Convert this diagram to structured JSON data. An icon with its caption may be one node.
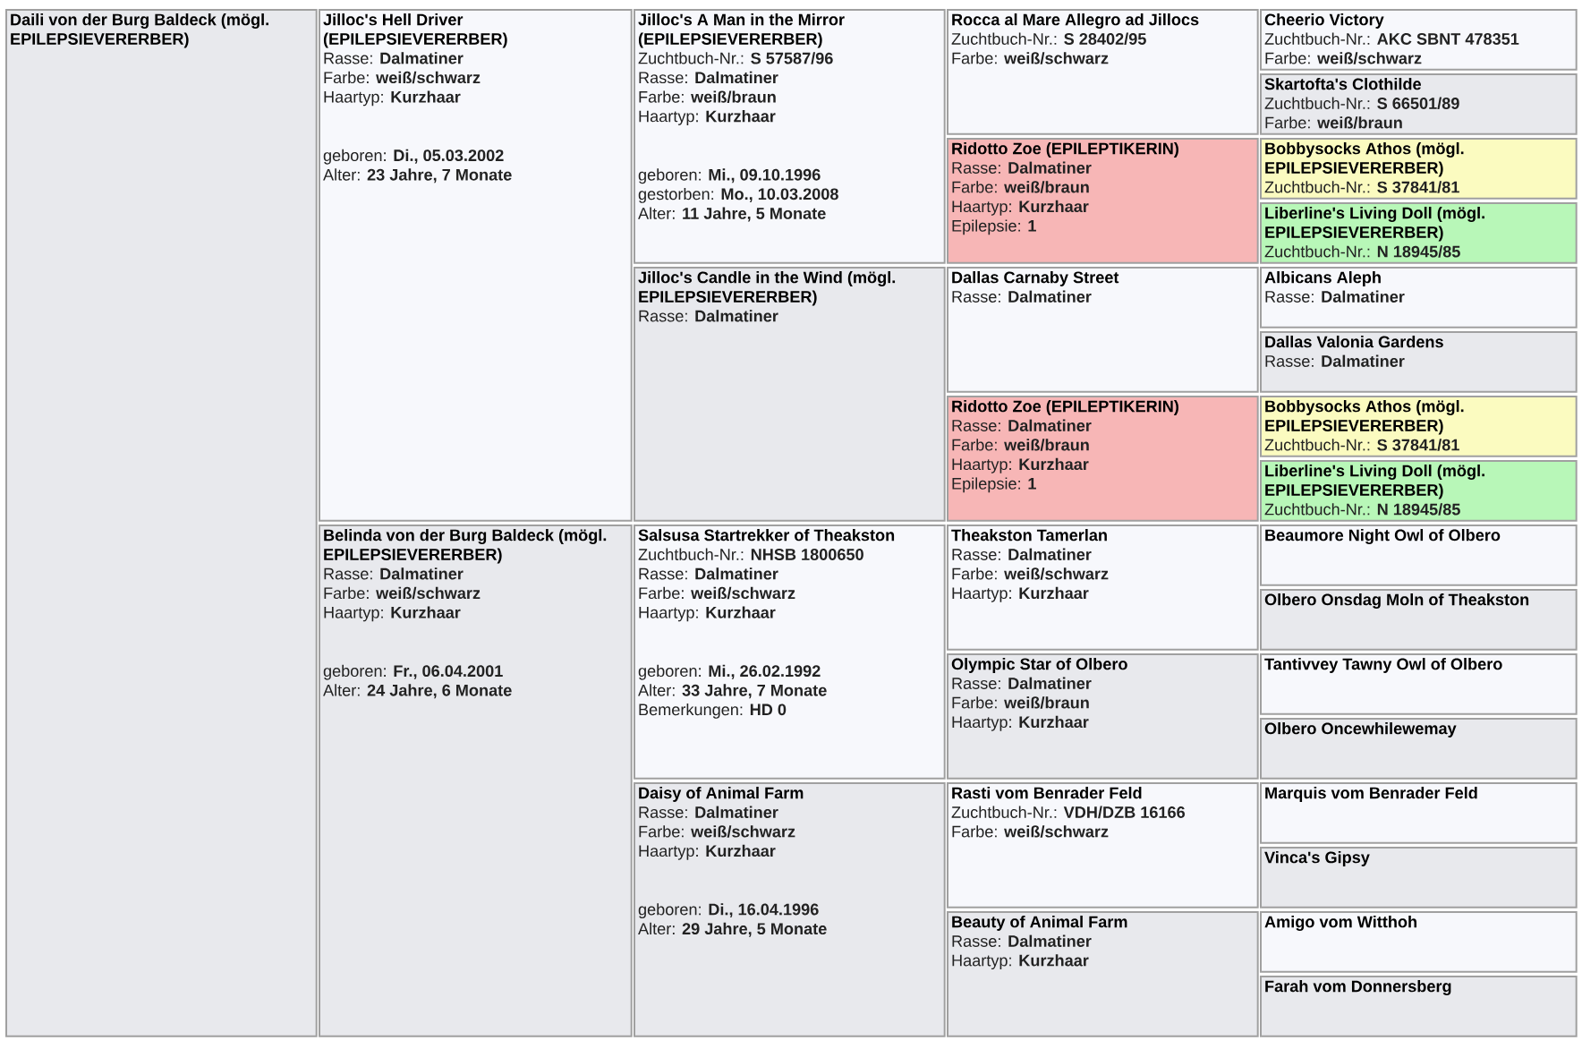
{
  "diagram": {
    "nodes": [
      {
        "text": [
          "Daili von der Burg Baldeck (mögl. EPILEPSIEVERERBER)"
        ]
      },
      {
        "text": [
          "Jilloc's Hell Driver (EPILEPSIEVERERBER)",
          "Rasse: **Dalmatiner**",
          "Farbe: **weiß/schwarz**",
          "Haartyp: **Kurzhaar**",
          "geboren: **Di., 05.03.2002**",
          "Alter: **23 Jahre, 7 Monate**"
        ]
      },
      {
        "text": [
          "Jilloc's A Man in the Mirror (EPILEPSIEVERERBER)",
          "Zuchtbuch-Nr.: **S 57587/96**",
          "Rasse: **Dalmatiner**",
          "Farbe: **weiß/braun**",
          "Haartyp: **Kurzhaar**",
          "geboren: **Mi., 09.10.1996**",
          "gestorben: **Mo., 10.03.2008**",
          "Alter: **11 Jahre, 5 Monate**"
        ]
      },
      {
        "text": [
          "Rocca al Mare Allegro ad Jillocs",
          "Zuchtbuch-Nr.: **S 28402/95**",
          "Farbe: **weiß/schwarz**"
        ]
      },
      {
        "text": [
          "Cheerio Victory",
          "Zuchtbuch-Nr.: **AKC SBNT 478351**",
          "Farbe: **weiß/schwarz**"
        ]
      },
      {
        "text": [
          "Skartofta's Clothilde",
          "Zuchtbuch-Nr.: **S 66501/89**",
          "Farbe: **weiß/braun**"
        ]
      },
      {
        "text": [
          "Ridotto Zoe (EPILEPTIKERIN)",
          "Rasse: **Dalmatiner**",
          "Farbe: **weiß/braun**",
          "Haartyp: **Kurzhaar**",
          "Epilepsie: **1**"
        ]
      },
      {
        "text": [
          "Bobbysocks Athos (mögl. EPILEPSIEVERERBER)",
          "Zuchtbuch-Nr.: **S 37841/81**"
        ]
      },
      {
        "text": [
          "Liberline's Living Doll (mögl. EPILEPSIEVERERBER)",
          "Zuchtbuch-Nr.: **N 18945/85**"
        ]
      },
      {
        "text": [
          "Jilloc's Candle in the Wind (mögl. EPILEPSIEVERERBER)",
          "Rasse: **Dalmatiner**"
        ]
      },
      {
        "text": [
          "Dallas Carnaby Street",
          "Rasse: **Dalmatiner**"
        ]
      },
      {
        "text": [
          "Albicans Aleph",
          "Rasse: **Dalmatiner**"
        ]
      },
      {
        "text": [
          "Dallas Valonia Gardens",
          "Rasse: **Dalmatiner**"
        ]
      },
      {
        "text": [
          "Ridotto Zoe (EPILEPTIKERIN)",
          "Rasse: **Dalmatiner**",
          "Farbe: **weiß/braun**",
          "Haartyp: **Kurzhaar**",
          "Epilepsie: **1**"
        ]
      },
      {
        "text": [
          "Bobbysocks Athos (mögl. EPILEPSIEVERERBER)",
          "Zuchtbuch-Nr.: **S 37841/81**"
        ]
      },
      {
        "text": [
          "Liberline's Living Doll (mögl. EPILEPSIEVERERBER)",
          "Zuchtbuch-Nr.: **N 18945/85**"
        ]
      },
      {
        "text": [
          "Belinda von der Burg Baldeck (mögl. EPILEPSIEVERERBER)",
          "Rasse: **Dalmatiner**",
          "Farbe: **weiß/schwarz**",
          "Haartyp: **Kurzhaar**",
          "geboren: **Fr., 06.04.2001**",
          "Alter: **24 Jahre, 6 Monate**"
        ]
      },
      {
        "text": [
          "Salsusa Startrekker of Theakston",
          "Zuchtbuch-Nr.: **NHSB 1800650**",
          "Rasse: **Dalmatiner**",
          "Farbe: **weiß/schwarz**",
          "Haartyp: **Kurzhaar**",
          "geboren: **Mi., 26.02.1992**",
          "Alter: **33 Jahre, 7 Monate**",
          "Bemerkungen: **HD 0**"
        ]
      },
      {
        "text": [
          "Theakston Tamerlan",
          "Rasse: **Dalmatiner**",
          "Farbe: **weiß/schwarz**",
          "Haartyp: **Kurzhaar**"
        ]
      },
      {
        "text": [
          "Beaumore Night Owl of Olbero"
        ]
      },
      {
        "text": [
          "Olbero Onsdag Moln of Theakston"
        ]
      },
      {
        "text": [
          "Olympic Star of Olbero",
          "Rasse: **Dalmatiner**",
          "Farbe: **weiß/braun**",
          "Haartyp: **Kurzhaar**"
        ]
      },
      {
        "text": [
          "Tantivvey Tawny Owl of Olbero"
        ]
      },
      {
        "text": [
          "Olbero Oncewhilewemay"
        ]
      },
      {
        "text": [
          "Daisy of Animal Farm",
          "Rasse: **Dalmatiner**",
          "Farbe: **weiß/schwarz**",
          "Haartyp: **Kurzhaar**",
          "geboren: **Di., 16.04.1996**",
          "Alter: **29 Jahre, 5 Monate**"
        ]
      },
      {
        "text": [
          "Rasti vom Benrader Feld",
          "Zuchtbuch-Nr.: **VDH/DZB 16166**",
          "Farbe: **weiß/schwarz**"
        ]
      },
      {
        "text": [
          "Marquis vom Benrader Feld"
        ]
      },
      {
        "text": [
          "Vinca's Gipsy"
        ]
      },
      {
        "text": [
          "Beauty of Animal Farm",
          "Rasse: **Dalmatiner**",
          "Haartyp: **Kurzhaar**"
        ]
      },
      {
        "text": [
          "Amigo vom Witthoh"
        ]
      },
      {
        "text": [
          "Farah vom Donnersberg"
        ]
      }
    ]
  }
}
